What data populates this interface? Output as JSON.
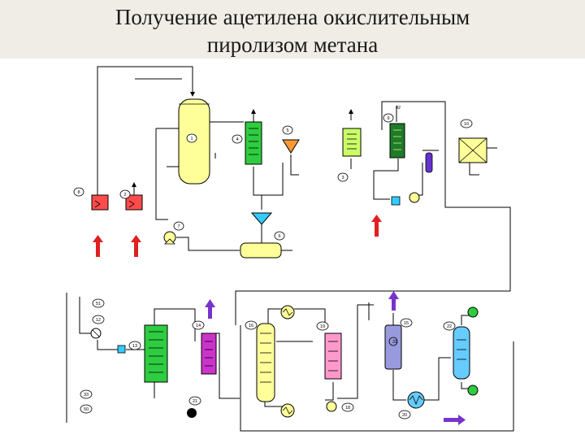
{
  "title": {
    "line1": "Получение ацетилена окислительным",
    "line2": "пиролизом метана"
  },
  "colors": {
    "yellow": "#ffff99",
    "green": "#2ecc40",
    "dark_green": "#1f7a2a",
    "light_green": "#ccff66",
    "red": "#ff4b4b",
    "orange": "#ff9933",
    "magenta": "#cc33cc",
    "pink": "#ff99cc",
    "blue_gray": "#9999dd",
    "cyan": "#33ccff",
    "sky": "#66ccff",
    "purple": "#6633cc",
    "arrow_red": "#e02020",
    "arrow_purple": "#7733cc"
  },
  "labels": {
    "n1": "1",
    "n2": "2",
    "n3": "3",
    "n4": "4",
    "n5": "5",
    "n6": "6",
    "n7": "7",
    "n8": "8",
    "n9": "9",
    "n10": "10",
    "n42": "42",
    "n12": "12",
    "n13": "13",
    "n14": "14",
    "n15": "15",
    "n16": "16",
    "n18": "18",
    "n19": "19",
    "n20": "20",
    "n21": "21",
    "n22": "22",
    "n31": "31",
    "n33": "33",
    "n50": "50",
    "n51": "51"
  }
}
